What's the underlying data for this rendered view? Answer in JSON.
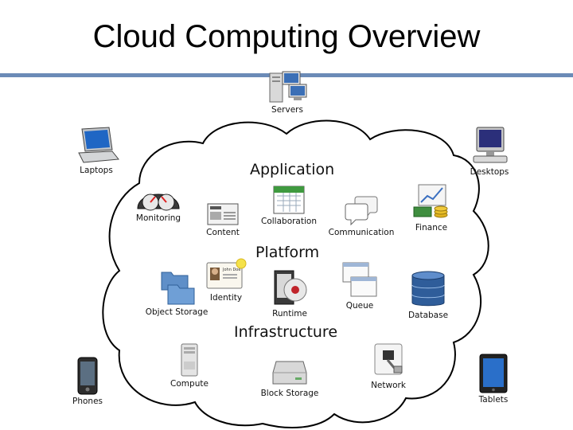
{
  "title": "Cloud Computing Overview",
  "colors": {
    "rule": "#6b8bb7",
    "cloud_stroke": "#000000"
  },
  "layers": {
    "application": "Application",
    "platform": "Platform",
    "infrastructure": "Infrastructure"
  },
  "devices": {
    "servers": {
      "label": "Servers",
      "icon": "servers-icon"
    },
    "laptops": {
      "label": "Laptops",
      "icon": "laptop-icon"
    },
    "desktops": {
      "label": "Desktops",
      "icon": "desktop-icon"
    },
    "phones": {
      "label": "Phones",
      "icon": "phone-icon"
    },
    "tablets": {
      "label": "Tablets",
      "icon": "tablet-icon"
    }
  },
  "services": {
    "monitoring": {
      "label": "Monitoring",
      "icon": "gauge-icon"
    },
    "content": {
      "label": "Content",
      "icon": "news-icon"
    },
    "collaboration": {
      "label": "Collaboration",
      "icon": "calendar-icon"
    },
    "communication": {
      "label": "Communication",
      "icon": "chat-bubbles-icon"
    },
    "finance": {
      "label": "Finance",
      "icon": "finance-chart-icon"
    },
    "identity": {
      "label": "Identity",
      "icon": "id-card-icon"
    },
    "identity_card_name": "John Doe",
    "object_storage": {
      "label": "Object Storage",
      "icon": "folders-icon"
    },
    "runtime": {
      "label": "Runtime",
      "icon": "runtime-box-icon"
    },
    "queue": {
      "label": "Queue",
      "icon": "windows-queue-icon"
    },
    "database": {
      "label": "Database",
      "icon": "database-icon"
    },
    "compute": {
      "label": "Compute",
      "icon": "tower-server-icon"
    },
    "block_storage": {
      "label": "Block Storage",
      "icon": "disk-drive-icon"
    },
    "network": {
      "label": "Network",
      "icon": "network-jack-icon"
    }
  }
}
